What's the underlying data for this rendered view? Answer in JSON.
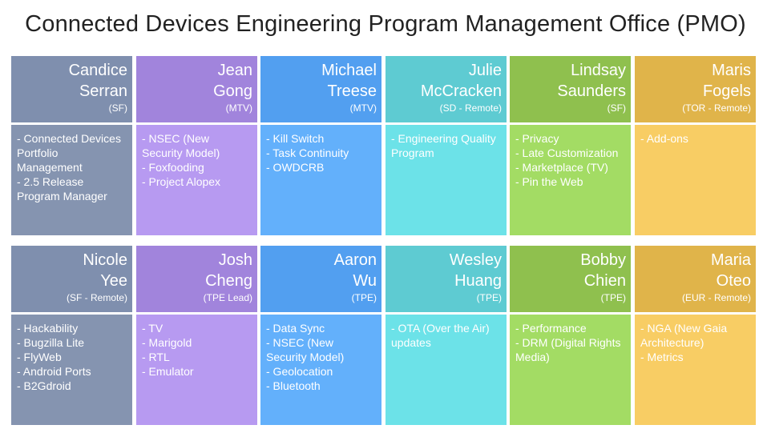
{
  "title": "Connected Devices Engineering Program Management Office (PMO)",
  "people": [
    {
      "first": "Candice",
      "last": "Serran",
      "location": "(SF)",
      "head_color": "#7f8fae",
      "body_color": "#8594b0",
      "items": [
        "- Connected Devices",
        "Portfolio",
        "Management",
        "- 2.5 Release",
        "Program Manager"
      ]
    },
    {
      "first": "Jean",
      "last": "Gong",
      "location": "(MTV)",
      "head_color": "#a184dc",
      "body_color": "#b79af1",
      "items": [
        "- NSEC (New",
        "Security Model)",
        "- Foxfooding",
        "- Project Alopex"
      ]
    },
    {
      "first": "Michael",
      "last": "Treese",
      "location": "(MTV)",
      "head_color": "#529ff0",
      "body_color": "#63b0fb",
      "items": [
        "- Kill Switch",
        "- Task Continuity",
        "- OWDCRB"
      ]
    },
    {
      "first": "Julie",
      "last": "McCracken",
      "location": "(SD - Remote)",
      "head_color": "#5ecbd2",
      "body_color": "#6ce2e8",
      "items": [
        "- Engineering Quality",
        "Program"
      ]
    },
    {
      "first": "Lindsay",
      "last": "Saunders",
      "location": "(SF)",
      "head_color": "#8fc04e",
      "body_color": "#a3dc64",
      "items": [
        "- Privacy",
        "- Late Customization",
        "- Marketplace (TV)",
        "- Pin the Web"
      ]
    },
    {
      "first": "Maris",
      "last": "Fogels",
      "location": "(TOR - Remote)",
      "head_color": "#e0b44a",
      "body_color": "#f8cd64",
      "items": [
        "- Add-ons"
      ]
    },
    {
      "first": "Nicole",
      "last": "Yee",
      "location": "(SF - Remote)",
      "head_color": "#7f8fae",
      "body_color": "#8594b0",
      "items": [
        "- Hackability",
        "- Bugzilla Lite",
        "- FlyWeb",
        "- Android Ports",
        "- B2Gdroid"
      ]
    },
    {
      "first": "Josh",
      "last": "Cheng",
      "location": "(TPE Lead)",
      "head_color": "#a184dc",
      "body_color": "#b79af1",
      "items": [
        "- TV",
        "- Marigold",
        "- RTL",
        "- Emulator"
      ]
    },
    {
      "first": "Aaron",
      "last": "Wu",
      "location": "(TPE)",
      "head_color": "#529ff0",
      "body_color": "#63b0fb",
      "items": [
        "- Data Sync",
        "- NSEC (New",
        "Security Model)",
        "- Geolocation",
        "- Bluetooth"
      ]
    },
    {
      "first": "Wesley",
      "last": "Huang",
      "location": "(TPE)",
      "head_color": "#5ecbd2",
      "body_color": "#6ce2e8",
      "items": [
        "- OTA (Over the Air)",
        "updates"
      ]
    },
    {
      "first": "Bobby",
      "last": "Chien",
      "location": "(TPE)",
      "head_color": "#8fc04e",
      "body_color": "#a3dc64",
      "items": [
        "- Performance",
        "- DRM (Digital Rights",
        "Media)"
      ]
    },
    {
      "first": "Maria",
      "last": "Oteo",
      "location": "(EUR - Remote)",
      "head_color": "#e0b44a",
      "body_color": "#f8cd64",
      "items": [
        "- NGA (New Gaia",
        "Architecture)",
        "- Metrics"
      ]
    }
  ]
}
